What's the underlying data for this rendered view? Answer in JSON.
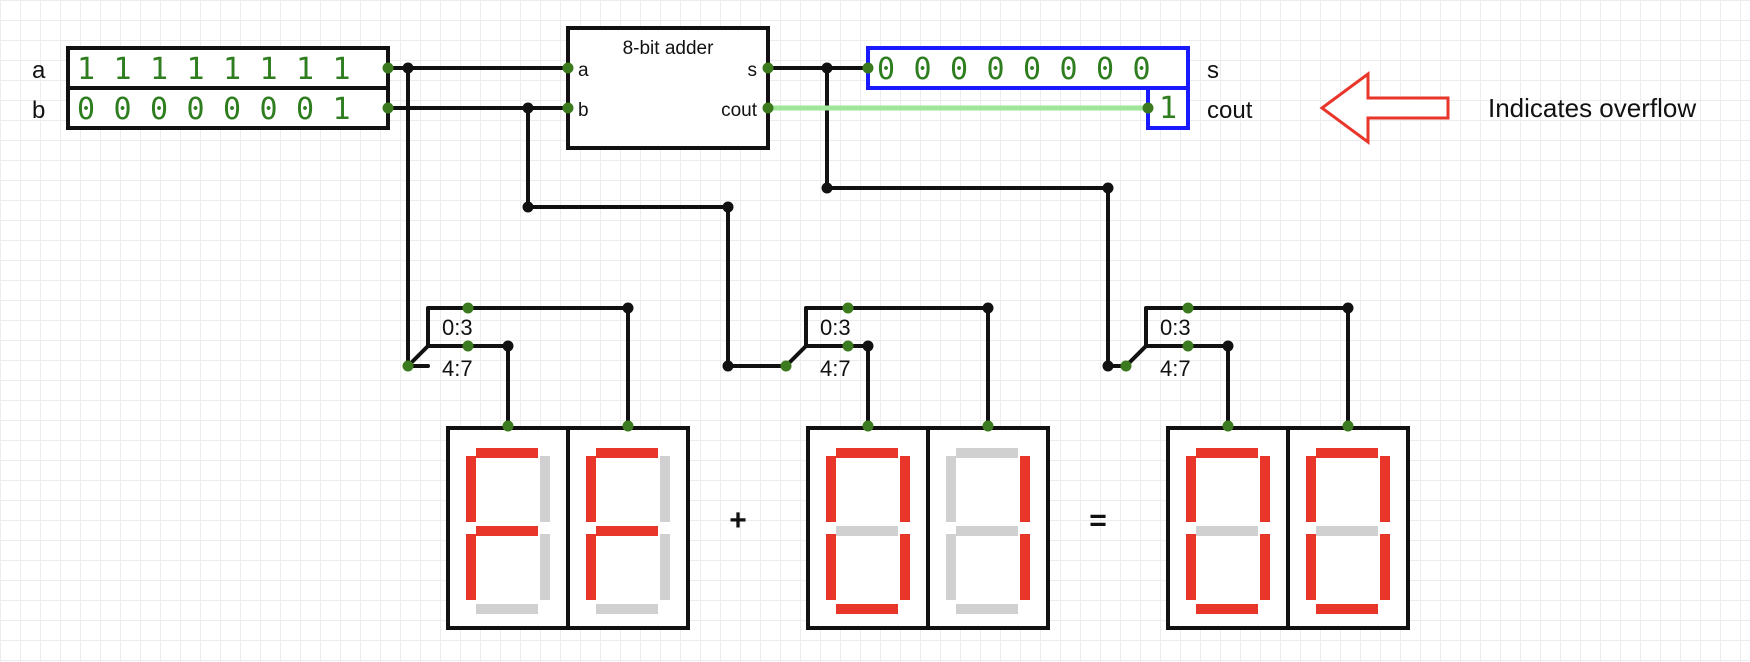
{
  "inputs": {
    "a": {
      "label": "a",
      "bits": [
        "1",
        "1",
        "1",
        "1",
        "1",
        "1",
        "1",
        "1"
      ]
    },
    "b": {
      "label": "b",
      "bits": [
        "0",
        "0",
        "0",
        "0",
        "0",
        "0",
        "0",
        "1"
      ]
    }
  },
  "adder": {
    "title": "8-bit adder",
    "ports": {
      "a": "a",
      "b": "b",
      "s": "s",
      "cout": "cout"
    }
  },
  "outputs": {
    "s": {
      "label": "s",
      "bits": [
        "0",
        "0",
        "0",
        "0",
        "0",
        "0",
        "0",
        "0"
      ]
    },
    "cout": {
      "label": "cout",
      "value": "1"
    }
  },
  "annotation": {
    "text": "Indicates overflow",
    "icon": "left-arrow-icon"
  },
  "splitters": [
    {
      "low": "0:3",
      "high": "4:7"
    },
    {
      "low": "0:3",
      "high": "4:7"
    },
    {
      "low": "0:3",
      "high": "4:7"
    }
  ],
  "displays": [
    {
      "digits": [
        "F",
        "F"
      ]
    },
    {
      "digits": [
        "0",
        "1"
      ]
    },
    {
      "digits": [
        "0",
        "0"
      ]
    }
  ],
  "operators": {
    "plus": "+",
    "equals": "="
  },
  "colors": {
    "bit_text": "#2e7d1f",
    "node": "#3b7a1f",
    "output_box": "#1a1aff",
    "cout_wire": "#9fe59a",
    "segment_on": "#e8362a",
    "segment_off": "#d0d0d0",
    "arrow": "#e8362a",
    "wire": "#111111"
  }
}
